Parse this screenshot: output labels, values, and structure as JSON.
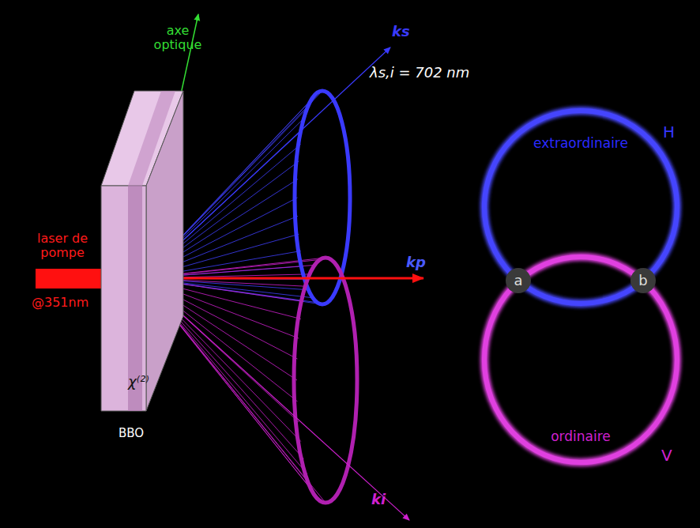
{
  "diagram": {
    "nodes": [
      {
        "text": [
          "χ⁽²⁾",
          "BBO"
        ]
      },
      {
        "text": [
          "extraordinaire",
          "H"
        ]
      },
      {
        "text": [
          "ordinaire",
          "V"
        ]
      },
      {
        "text": [
          "a"
        ]
      },
      {
        "text": [
          "b"
        ]
      }
    ],
    "labels": [
      "axe optique",
      "laser de pompe",
      "@351nm",
      "ks",
      "λs,i = 702 nm",
      "kp",
      "ki"
    ]
  }
}
